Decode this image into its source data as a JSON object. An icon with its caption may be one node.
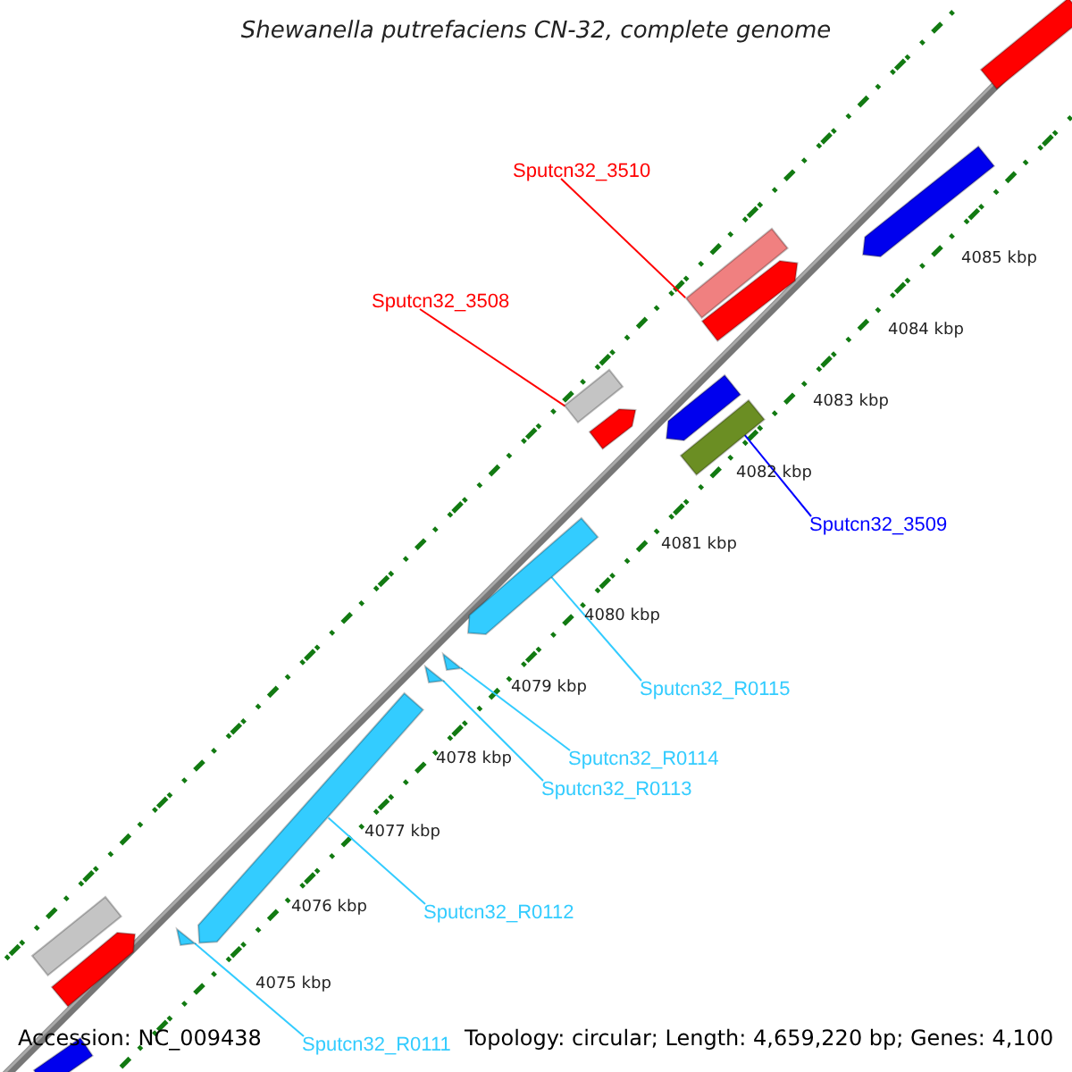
{
  "diagram": {
    "title": "Shewanella putrefaciens CN-32, complete genome",
    "nodes": [
      {
        "text": [
          "Sputcn32_3510"
        ]
      },
      {
        "text": [],
        "shape": "bar"
      },
      {
        "text": [
          "Sputcn32_3508"
        ]
      },
      {
        "text": [],
        "shape": "bar"
      },
      {
        "text": [],
        "shape": "bar"
      },
      {
        "text": [
          "Sputcn32_3509"
        ]
      },
      {
        "text": [],
        "shape": "bar"
      },
      {
        "text": [
          "Sputcn32_R0115"
        ]
      },
      {
        "text": [],
        "shape": "triangle"
      },
      {
        "text": [
          "Sputcn32_R0114"
        ]
      },
      {
        "text": [],
        "shape": "triangle"
      },
      {
        "text": [
          "Sputcn32_R0113"
        ]
      },
      {
        "text": [],
        "shape": "bar"
      },
      {
        "text": [
          "Sputcn32_R0112"
        ]
      },
      {
        "text": [],
        "shape": "triangle"
      },
      {
        "text": [
          "Sputcn32_R0111"
        ]
      },
      {
        "text": [],
        "shape": "bar"
      },
      {
        "text": [],
        "shape": "bar"
      },
      {
        "text": [],
        "shape": "bar"
      },
      {
        "text": [],
        "shape": "bar"
      },
      {
        "text": [],
        "shape": "bar"
      },
      {
        "text": [],
        "shape": "bar"
      },
      {
        "text": [],
        "shape": "bar"
      },
      {
        "text": [],
        "shape": "bar"
      }
    ],
    "edges": [
      {
        "from": 0,
        "to": 1,
        "arrow": "none",
        "color": "#ff0000"
      },
      {
        "from": 2,
        "to": 3,
        "arrow": "none",
        "color": "#ff0000"
      },
      {
        "from": 5,
        "to": 4,
        "arrow": "none",
        "color": "#0000ff"
      },
      {
        "from": 7,
        "to": 6,
        "arrow": "none"
      },
      {
        "from": 9,
        "to": 8,
        "arrow": "none"
      },
      {
        "from": 11,
        "to": 10,
        "arrow": "none"
      },
      {
        "from": 13,
        "to": 12,
        "arrow": "none"
      },
      {
        "from": 15,
        "to": 14,
        "arrow": "none"
      }
    ],
    "labels": [
      "4085 kbp",
      "4084 kbp",
      "4083 kbp",
      "4082 kbp",
      "4081 kbp",
      "4080 kbp",
      "4079 kbp",
      "4078 kbp",
      "4077 kbp",
      "4076 kbp",
      "4075 kbp",
      "Accession: NC_009438",
      "Topology: circular; Length: 4,659,220 bp; Genes: 4,100"
    ]
  }
}
